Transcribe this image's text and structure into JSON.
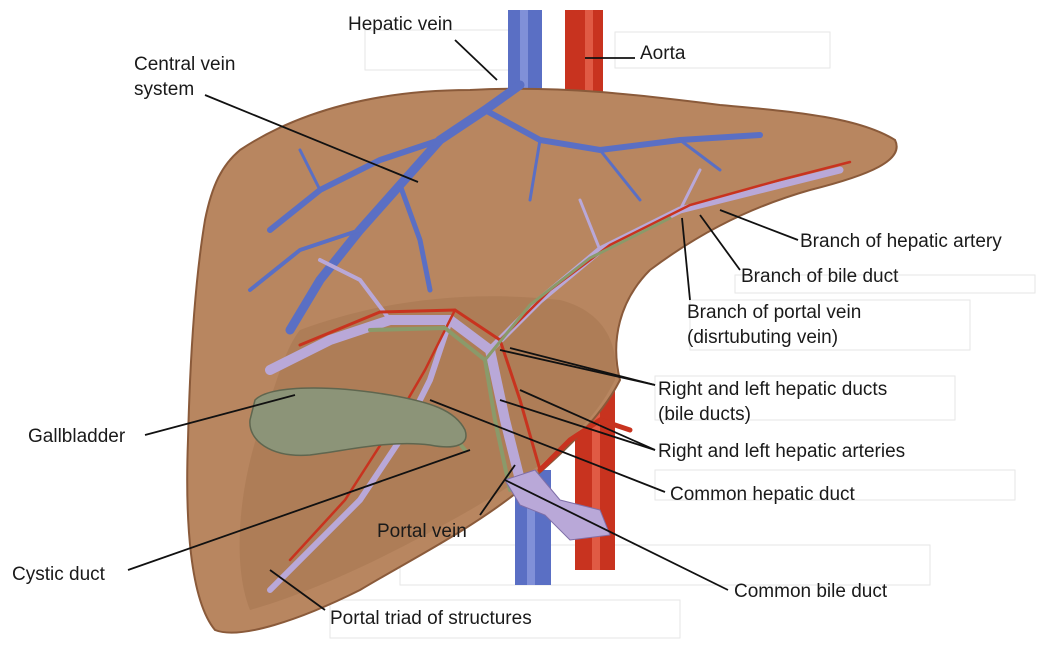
{
  "diagram": {
    "labels": {
      "hepatic_vein": "Hepatic vein",
      "aorta": "Aorta",
      "central_vein_line1": "Central vein",
      "central_vein_line2": "system",
      "branch_hepatic_artery": "Branch of hepatic artery",
      "branch_bile_duct": "Branch of bile duct",
      "branch_portal_vein_line1": "Branch of portal vein",
      "branch_portal_vein_line2": "(disrtubuting vein)",
      "hepatic_ducts_line1": "Right and left hepatic ducts",
      "hepatic_ducts_line2": "(bile ducts)",
      "hepatic_arteries": "Right and left hepatic arteries",
      "gallbladder": "Gallbladder",
      "common_hepatic_duct": "Common hepatic duct",
      "portal_vein": "Portal vein",
      "cystic_duct": "Cystic duct",
      "common_bile_duct": "Common bile duct",
      "portal_triad": "Portal triad of structures"
    },
    "colors": {
      "liver": "#b88660",
      "liver_edge": "#8a5a3a",
      "hepatic_vein": "#5a6fc4",
      "aorta": "#c8331f",
      "portal_vein": "#b9a8d8",
      "artery": "#c8331f",
      "bile_duct": "#8a9a6a",
      "gallbladder": "#8c9478",
      "leader": "#111111"
    }
  }
}
